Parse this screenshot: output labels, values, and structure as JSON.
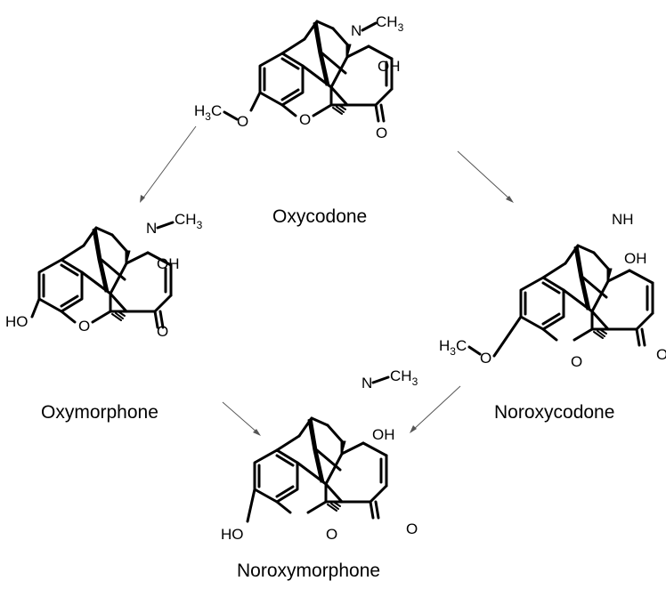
{
  "compounds": [
    {
      "name": "Oxycodone",
      "amine": {
        "text": "N",
        "sub": "",
        "tail": "CH",
        "tail_sub": "3"
      },
      "hydroxyl": "OH",
      "ring_oxygen": "O",
      "ketone_oxygen": "O",
      "substituent": {
        "pre": "H",
        "pre_sub": "3",
        "mid": "C",
        "post": "O"
      }
    },
    {
      "name": "Oxymorphone",
      "amine": {
        "text": "N",
        "sub": "",
        "tail": "CH",
        "tail_sub": "3"
      },
      "hydroxyl": "OH",
      "ring_oxygen": "O",
      "ketone_oxygen": "O",
      "substituent": {
        "pre": "HO",
        "pre_sub": "",
        "mid": "",
        "post": ""
      }
    },
    {
      "name": "Noroxycodone",
      "amine": {
        "text": "NH",
        "sub": "",
        "tail": "",
        "tail_sub": ""
      },
      "hydroxyl": "OH",
      "ring_oxygen": "O",
      "ketone_oxygen": "O",
      "substituent": {
        "pre": "H",
        "pre_sub": "3",
        "mid": "C",
        "post": "O"
      }
    },
    {
      "name": "Noroxymorphone",
      "amine": {
        "text": "N",
        "sub": "",
        "tail": "CH",
        "tail_sub": "3"
      },
      "hydroxyl": "OH",
      "ring_oxygen": "O",
      "ketone_oxygen": "O",
      "substituent": {
        "pre": "HO",
        "pre_sub": "",
        "mid": "",
        "post": ""
      }
    }
  ],
  "pathways": [
    {
      "from": "Oxycodone",
      "to": "Oxymorphone"
    },
    {
      "from": "Oxycodone",
      "to": "Noroxycodone"
    },
    {
      "from": "Oxymorphone",
      "to": "Noroxymorphone"
    },
    {
      "from": "Noroxycodone",
      "to": "Noroxymorphone"
    }
  ]
}
